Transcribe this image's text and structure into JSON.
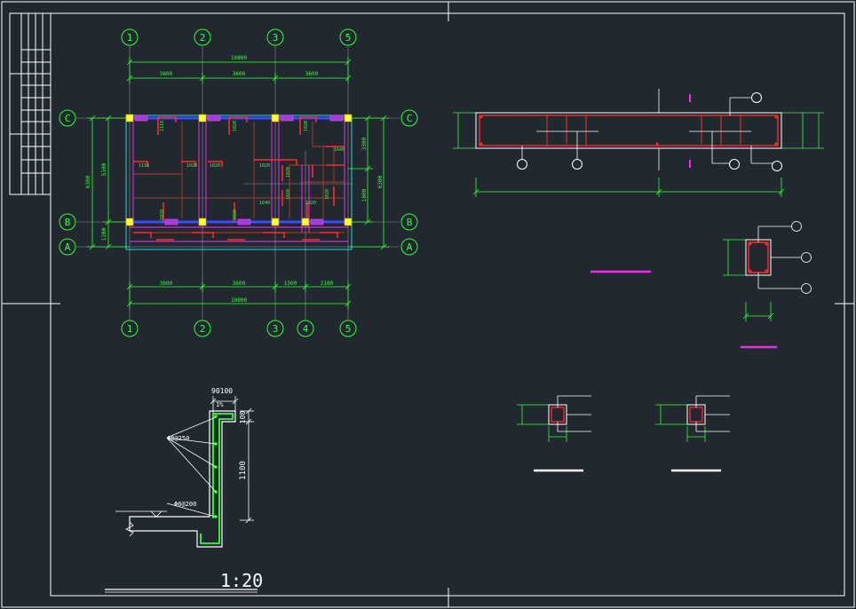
{
  "colors": {
    "background": "#212830",
    "frame": "#ffffff",
    "axis_green": "#33ff33",
    "wall_red": "#ff2a2a",
    "beam_blue": "#3a4dff",
    "magenta": "#ff22ff",
    "column_yellow": "#ffff33",
    "cyan": "#33ffff",
    "brown": "#b5391d"
  },
  "plan": {
    "top_axes": [
      "1",
      "2",
      "3",
      "5"
    ],
    "bottom_axes": [
      "1",
      "2",
      "3",
      "4",
      "5"
    ],
    "row_axes": [
      "C",
      "B",
      "A"
    ],
    "top_total": "10800",
    "top_spans": [
      "3600",
      "3600",
      "3600"
    ],
    "bottom_spans": [
      "3600",
      "3600",
      "1500",
      "2100"
    ],
    "bottom_total": "10800",
    "left_total": "6300",
    "left_spans": [
      "5100",
      "1200"
    ],
    "right_spans": [
      "3300",
      "1800"
    ],
    "right_total": "6300",
    "room_labels": [
      "1118",
      "1118",
      "1020",
      "1020",
      "1020",
      "1020",
      "1020",
      "1640",
      "1020",
      "1640",
      "1020",
      "1020",
      "1020",
      "1020",
      "1020"
    ]
  },
  "detail": {
    "top_dim": "90100",
    "top_dim2": "1%",
    "right_dim_top": "100",
    "right_dim_main": "1100",
    "rebar_label_1": "Φ8@250",
    "rebar_label_2": "Φ6@200",
    "scale": "1:20"
  }
}
